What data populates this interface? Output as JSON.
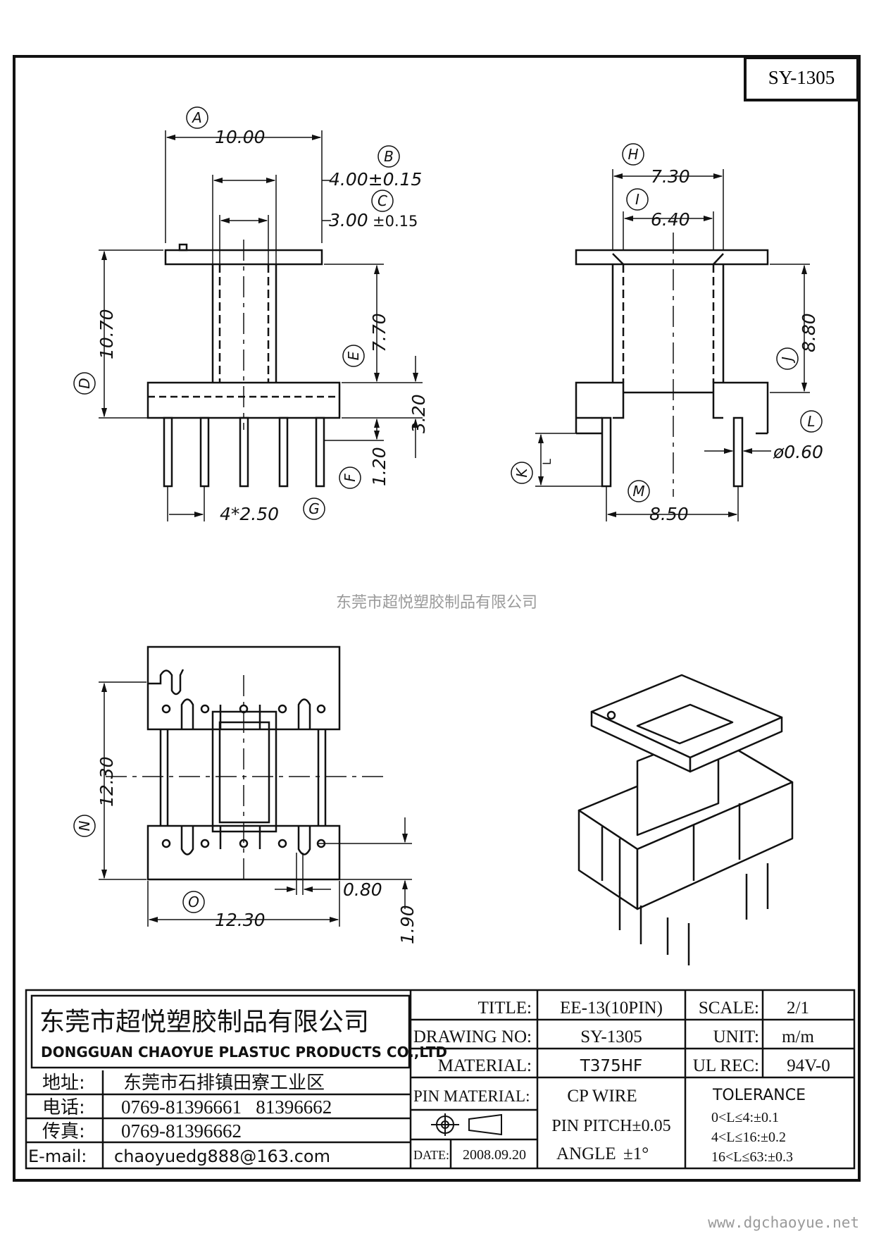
{
  "drawing": {
    "code": "SY-1305",
    "watermark": "东莞市超悦塑胶制品有限公司",
    "website": "www.dgchaoyue.net"
  },
  "dimensions": {
    "A": "A",
    "B": "B",
    "C": "C",
    "D": "D",
    "E": "E",
    "F": "F",
    "G": "G",
    "H": "H",
    "I": "I",
    "J": "J",
    "K": "K",
    "L": "L",
    "M": "M",
    "N": "N",
    "O": "O",
    "a_val": "10.00",
    "b_val": "4.00±0.15",
    "c_val": "3.00",
    "c_tol": "±0.15",
    "d_val": "10.70",
    "e_val": "7.70",
    "f_val": "1.20",
    "h3": "3.20",
    "g_val": "4*2.50",
    "h_val": "7.30",
    "i_val": "6.40",
    "j_val": "8.80",
    "k_small": "L",
    "l_val": "ø0.60",
    "m_val": "8.50",
    "n_val": "12.30",
    "o_val": "12.30",
    "slot_val": "0.80",
    "v190": "1.90"
  },
  "title_block": {
    "company_cn": "东莞市超悦塑胶制品有限公司",
    "company_en": "DONGGUAN CHAOYUE PLASTUC PRODUCTS CO.,LTD",
    "address_label": "地址:",
    "address_value": "东莞市石排镇田寮工业区",
    "phone_label": "电话:",
    "phone_value": "0769-81396661   81396662",
    "fax_label": "传真:",
    "fax_value": "0769-81396662",
    "email_label": "E-mail:",
    "email_value": "chaoyuedg888@163.com",
    "title_label": "TITLE:",
    "title_value": "EE-13(10PIN)",
    "drawing_no_label": "DRAWING NO:",
    "drawing_no_value": "SY-1305",
    "material_label": "MATERIAL:",
    "material_value": "T375HF",
    "pin_material_label": "PIN MATERIAL:",
    "pin_material_value": "CP WIRE",
    "pin_pitch": "PIN PITCH±0.05",
    "date_label": "DATE:",
    "date_value": "2008.09.20",
    "angle_label": "ANGLE",
    "angle_value": "±1°",
    "scale_label": "SCALE:",
    "scale_value": "2/1",
    "unit_label": "UNIT:",
    "unit_value": "m/m",
    "ul_label": "UL REC:",
    "ul_value": "94V-0",
    "tolerance_label": "TOLERANCE",
    "tol_1": "0<L≤4:±0.1",
    "tol_2": "4<L≤16:±0.2",
    "tol_3": "16<L≤63:±0.3"
  }
}
